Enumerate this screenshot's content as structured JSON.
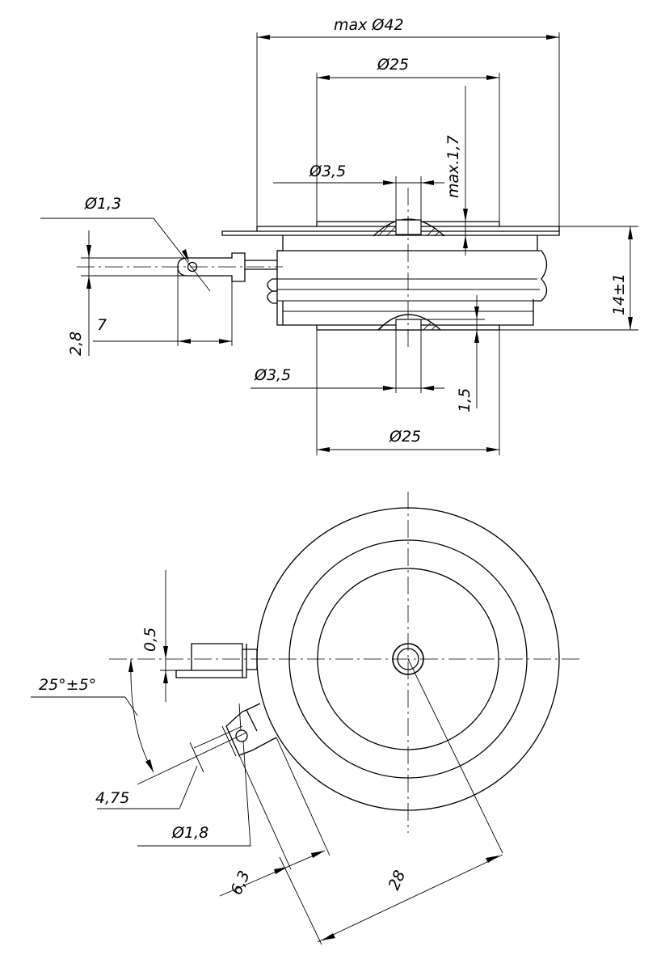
{
  "dimensions": {
    "max_d42": "max Ø42",
    "d25_top": "Ø25",
    "d35_top": "Ø3,5",
    "max17": "max.1,7",
    "d13": "Ø1,3",
    "fourteen": "14±1",
    "dim28": "2,8",
    "dim7": "7",
    "d35_bottom": "Ø3,5",
    "dim15": "1,5",
    "d25_bottom": "Ø25",
    "dim05": "0,5",
    "angle": "25°±5°",
    "dim475": "4,75",
    "d18": "Ø1,8",
    "dim63": "6,3",
    "dim28b": "28"
  }
}
